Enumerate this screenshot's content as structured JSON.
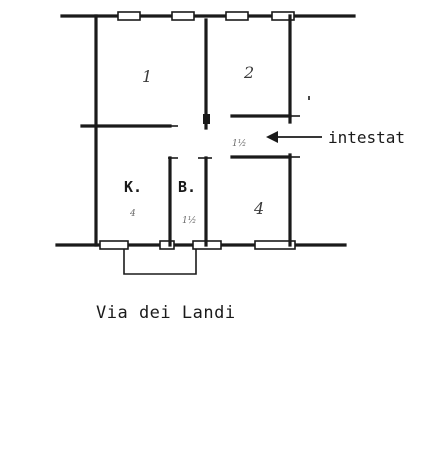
{
  "floorplan": {
    "rooms": [
      {
        "id": "room-1",
        "number": "1"
      },
      {
        "id": "room-2",
        "number": "2"
      },
      {
        "id": "room-4",
        "number": "4"
      },
      {
        "id": "kitchen",
        "letter": "K.",
        "sub": "4"
      },
      {
        "id": "bath",
        "letter": "B.",
        "sub": "1½"
      },
      {
        "id": "hall",
        "sub": "1½"
      }
    ],
    "entrance_label": "intestat",
    "street_label": "Via dei Landi"
  }
}
